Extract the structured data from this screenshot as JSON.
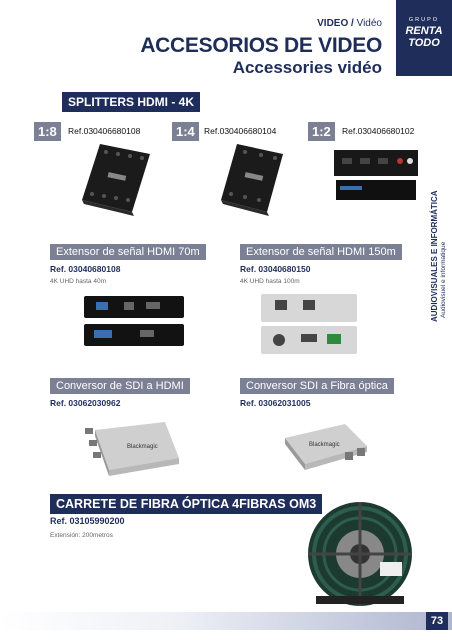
{
  "header": {
    "section": "VIDEO",
    "section_fr": "Vidéo",
    "title": "ACCESORIOS DE VIDEO",
    "subtitle": "Accessories vidéo"
  },
  "logo": {
    "line1": "GRUPO",
    "line2": "RENTA",
    "line3": "TODO"
  },
  "splitters": {
    "heading": "SPLITTERS HDMI - 4K",
    "items": [
      {
        "ratio": "1:8",
        "ref": "Ref.030406680108"
      },
      {
        "ratio": "1:4",
        "ref": "Ref.030406680104"
      },
      {
        "ratio": "1:2",
        "ref": "Ref.030406680102"
      }
    ]
  },
  "products": [
    {
      "name": "Extensor de señal HDMI 70m",
      "ref": "Ref. 03040680108",
      "note": "4K UHD hasta 40m"
    },
    {
      "name": "Extensor de señal HDMI 150m",
      "ref": "Ref. 03040680150",
      "note": "4K UHD hasta 100m"
    },
    {
      "name": "Conversor de SDI a HDMI",
      "ref": "Ref. 03062030962"
    },
    {
      "name": "Conversor SDI a Fibra óptica",
      "ref": "Ref. 03062031005"
    }
  ],
  "reel": {
    "heading": "CARRETE  DE FIBRA ÓPTICA 4FIBRAS OM3",
    "ref": "Ref. 03105990200",
    "note": "Extensión: 200metros"
  },
  "side": {
    "category": "AUDIOVISUALES E INFORMÁTICA",
    "category_fr": "Audiovisuel e informatique"
  },
  "page": {
    "number": "73"
  },
  "colors": {
    "navy": "#1e2d5a",
    "slate": "#7b8094"
  }
}
